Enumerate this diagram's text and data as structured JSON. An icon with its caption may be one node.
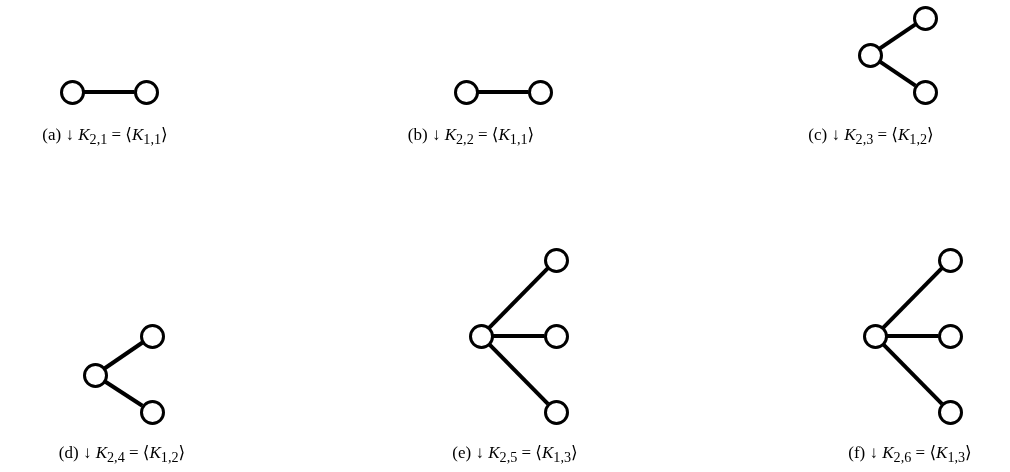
{
  "diagram": {
    "nodes": [
      {
        "text": [],
        "shape": "circle"
      },
      {
        "text": [],
        "shape": "circle"
      },
      {
        "text": [],
        "shape": "circle"
      },
      {
        "text": [],
        "shape": "circle"
      },
      {
        "text": [],
        "shape": "circle"
      },
      {
        "text": [],
        "shape": "circle"
      },
      {
        "text": [],
        "shape": "circle"
      },
      {
        "text": [],
        "shape": "circle"
      },
      {
        "text": [],
        "shape": "circle"
      },
      {
        "text": [],
        "shape": "circle"
      },
      {
        "text": [],
        "shape": "circle"
      },
      {
        "text": [],
        "shape": "circle"
      },
      {
        "text": [],
        "shape": "circle"
      },
      {
        "text": [],
        "shape": "circle"
      },
      {
        "text": [],
        "shape": "circle"
      },
      {
        "text": [],
        "shape": "circle"
      },
      {
        "text": [],
        "shape": "circle"
      },
      {
        "text": [],
        "shape": "circle"
      }
    ],
    "edges": [
      {
        "from": 0,
        "to": 1,
        "arrow": "none"
      },
      {
        "from": 2,
        "to": 3,
        "arrow": "none"
      },
      {
        "from": 5,
        "to": 4,
        "arrow": "none"
      },
      {
        "from": 5,
        "to": 6,
        "arrow": "none"
      },
      {
        "from": 8,
        "to": 7,
        "arrow": "none"
      },
      {
        "from": 8,
        "to": 9,
        "arrow": "none"
      },
      {
        "from": 11,
        "to": 10,
        "arrow": "none"
      },
      {
        "from": 11,
        "to": 12,
        "arrow": "none"
      },
      {
        "from": 11,
        "to": 13,
        "arrow": "none"
      },
      {
        "from": 15,
        "to": 14,
        "arrow": "none"
      },
      {
        "from": 15,
        "to": 16,
        "arrow": "none"
      },
      {
        "from": 15,
        "to": 17,
        "arrow": "none"
      }
    ],
    "labels": [
      "(a) ↓ *K*$_{2,1}$ = ⟨*K*$_{1,1}$⟩",
      "(b) ↓ *K*$_{2,2}$ = ⟨*K*$_{1,1}$⟩",
      "(c) ↓ *K*$_{2,3}$ = ⟨*K*$_{1,2}$⟩",
      "(d) ↓ *K*$_{2,4}$ = ⟨*K*$_{1,2}$⟩",
      "(e) ↓ *K*$_{2,5}$ = ⟨*K*$_{1,3}$⟩",
      "(f) ↓ *K*$_{2,6}$ = ⟨*K*$_{1,3}$⟩"
    ]
  }
}
